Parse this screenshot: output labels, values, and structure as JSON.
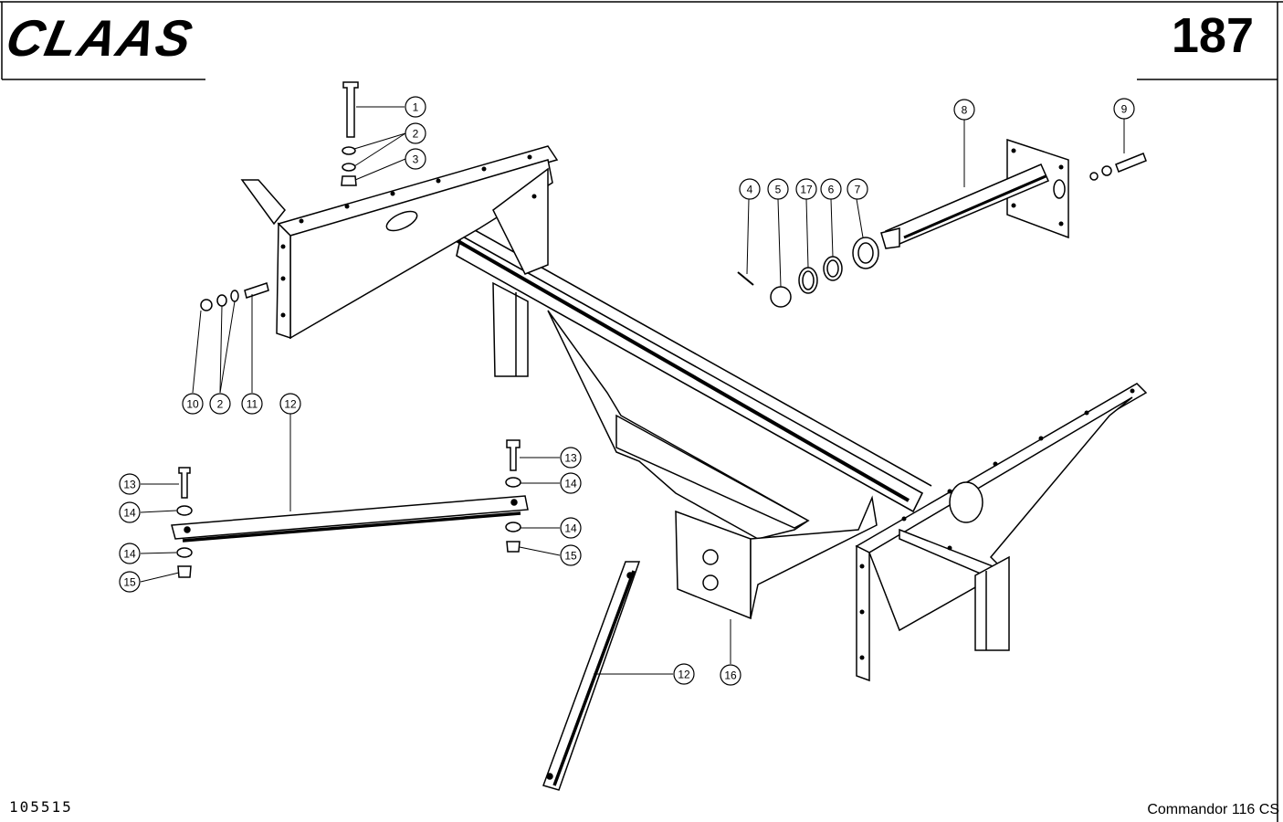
{
  "header": {
    "brand": "CLAAS",
    "page_number": "187"
  },
  "footer": {
    "document_number": "105515",
    "model": "Commandor 116 CS"
  },
  "callouts": {
    "c1": "1",
    "c2a": "2",
    "c3": "3",
    "c4": "4",
    "c5": "5",
    "c17": "17",
    "c6": "6",
    "c7": "7",
    "c8": "8",
    "c9": "9",
    "c10": "10",
    "c2b": "2",
    "c11": "11",
    "c12a": "12",
    "c13a": "13",
    "c13b": "13",
    "c14a": "14",
    "c14b": "14",
    "c14c": "14",
    "c14d": "14",
    "c15a": "15",
    "c15b": "15",
    "c12b": "12",
    "c16": "16"
  }
}
